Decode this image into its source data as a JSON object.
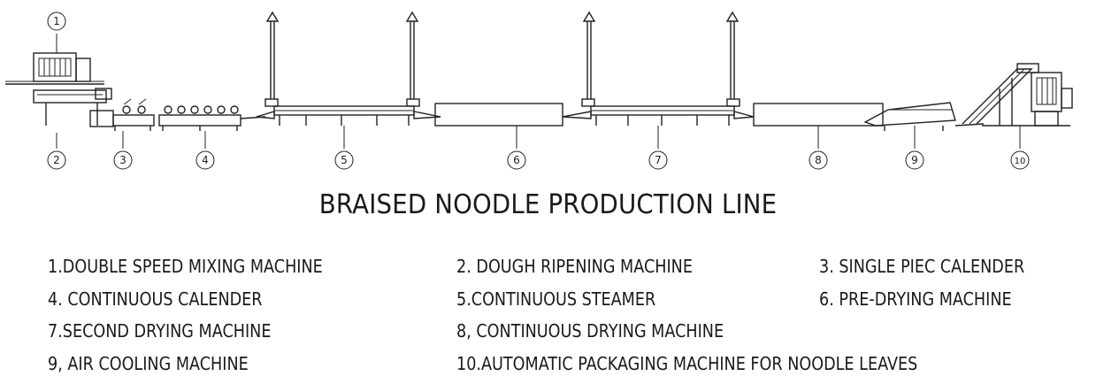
{
  "title": "BRAISED NOODLE PRODUCTION LINE",
  "callouts": [
    "1",
    "2",
    "3",
    "4",
    "5",
    "6",
    "7",
    "8",
    "9",
    "10"
  ],
  "legend": [
    "1.DOUBLE SPEED MIXING MACHINE",
    "2. DOUGH RIPENING MACHINE",
    "3. SINGLE PIEC CALENDER",
    "4. CONTINUOUS CALENDER",
    "5.CONTINUOUS STEAMER",
    "6. PRE-DRYING MACHINE",
    "7.SECOND DRYING MACHINE",
    "8, CONTINUOUS DRYING MACHINE",
    "9, AIR COOLING MACHINE",
    "10.AUTOMATIC PACKAGING MACHINE FOR NOODLE LEAVES"
  ]
}
